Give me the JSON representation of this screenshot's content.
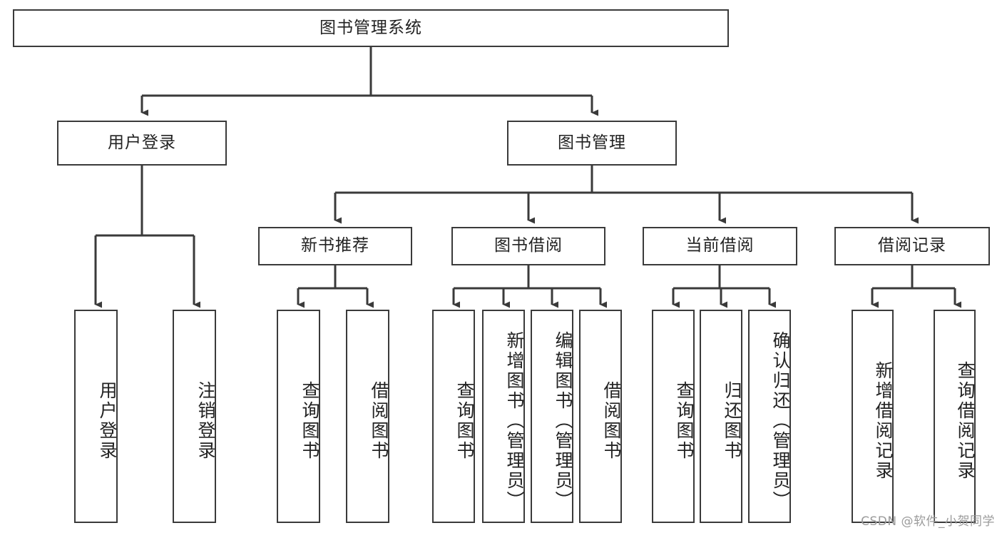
{
  "diagram": {
    "title": "图书管理系统",
    "watermark": "CSDN @软件_小贺同学",
    "line_color": "#3a3a3a",
    "box_fill": "#ffffff",
    "text_color": "#222222",
    "watermark_color": "#9b9b9b",
    "root": {
      "label": "图书管理系统"
    },
    "level2": [
      {
        "label": "用户登录"
      },
      {
        "label": "图书管理"
      }
    ],
    "level3": [
      {
        "label": "新书推荐"
      },
      {
        "label": "图书借阅"
      },
      {
        "label": "当前借阅"
      },
      {
        "label": "借阅记录"
      }
    ],
    "leaves": [
      {
        "label": "用户登录",
        "parent": "用户登录"
      },
      {
        "label": "注销登录",
        "parent": "用户登录"
      },
      {
        "label": "查询图书",
        "parent": "新书推荐"
      },
      {
        "label": "借阅图书",
        "parent": "新书推荐"
      },
      {
        "label": "查询图书",
        "parent": "图书借阅"
      },
      {
        "label": "新增图书（管理员）",
        "parent": "图书借阅"
      },
      {
        "label": "编辑图书（管理员）",
        "parent": "图书借阅"
      },
      {
        "label": "借阅图书",
        "parent": "图书借阅"
      },
      {
        "label": "查询图书",
        "parent": "当前借阅"
      },
      {
        "label": "归还图书",
        "parent": "当前借阅"
      },
      {
        "label": "确认归还（管理员）",
        "parent": "当前借阅"
      },
      {
        "label": "新增借阅记录",
        "parent": "借阅记录"
      },
      {
        "label": "查询借阅记录",
        "parent": "借阅记录"
      }
    ]
  }
}
